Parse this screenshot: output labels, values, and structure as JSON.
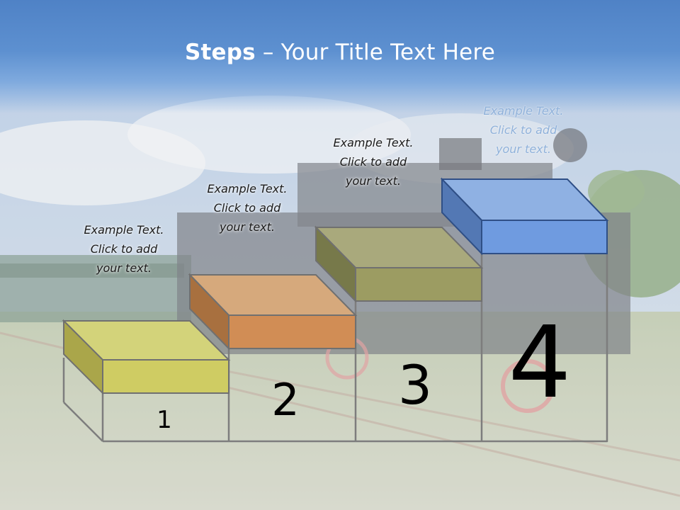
{
  "slide": {
    "title_bold": "Steps",
    "title_rest": " – Your Title Text Here"
  },
  "steps": [
    {
      "number": "1",
      "text_lines": [
        "Example Text.",
        "Click  to add",
        "your text."
      ],
      "top_color": "#d3d37a",
      "front_color": "#cfcc63",
      "side_color": "#aaa64a"
    },
    {
      "number": "2",
      "text_lines": [
        "Example Text.",
        "Click  to add",
        "your text."
      ],
      "top_color": "#d6a97c",
      "front_color": "#d18d55",
      "side_color": "#a8703f"
    },
    {
      "number": "3",
      "text_lines": [
        "Example Text.",
        "Click  to add",
        "your text."
      ],
      "top_color": "#a9a97c",
      "front_color": "#9c9c62",
      "side_color": "#77794a"
    },
    {
      "number": "4",
      "text_lines": [
        "Example Text.",
        "Click  to add",
        "your text."
      ],
      "top_color": "#8fb1e3",
      "front_color": "#6f9be0",
      "side_color": "#5378b4"
    }
  ],
  "colors": {
    "title_band": "#4f82c6",
    "title_text": "#ffffff",
    "outline": "#7d7d7d"
  }
}
